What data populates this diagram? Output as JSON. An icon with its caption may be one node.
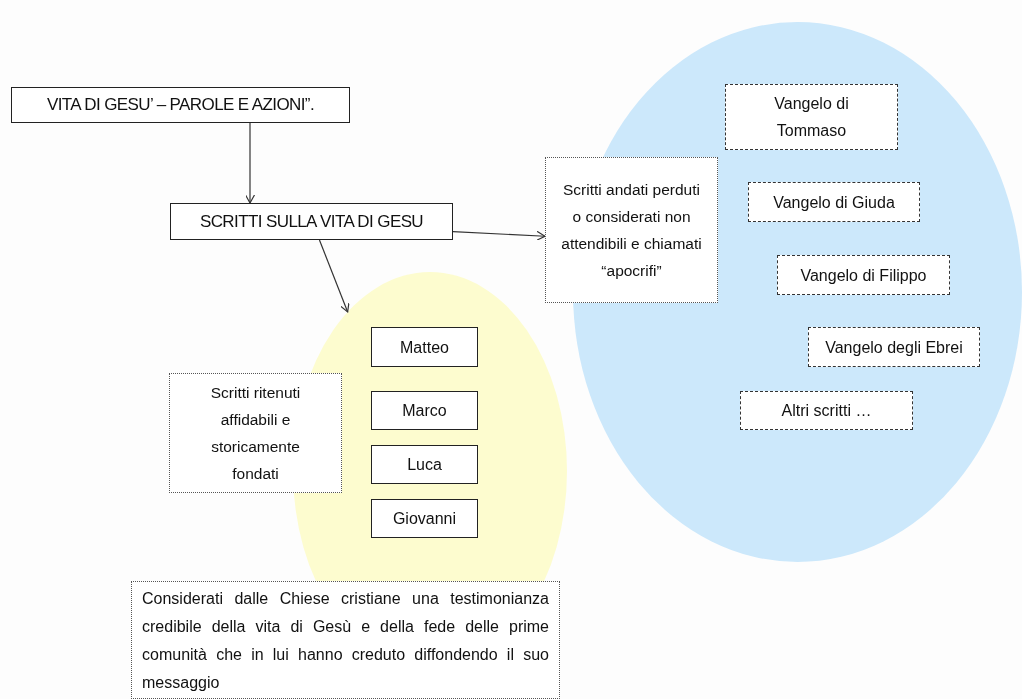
{
  "diagram": {
    "nodes": [
      {
        "text": [
          "VITA DI GESU’ – PAROLE E AZIONI”."
        ]
      },
      {
        "text": [
          "SCRITTI SULLA VITA DI GESU"
        ]
      },
      {
        "text": [
          "Scritti andati perduti o considerati non attendibili e chiamati “apocrifi”"
        ]
      },
      {
        "text": [],
        "shape": "ellipse"
      },
      {
        "text": [
          "Vangelo di Tommaso"
        ],
        "in": 3
      },
      {
        "text": [
          "Vangelo di Giuda"
        ],
        "in": 3
      },
      {
        "text": [
          "Vangelo di Filippo"
        ],
        "in": 3
      },
      {
        "text": [
          "Vangelo degli Ebrei"
        ],
        "in": 3
      },
      {
        "text": [
          "Altri scritti …"
        ],
        "in": 3
      },
      {
        "text": [],
        "shape": "ellipse"
      },
      {
        "text": [
          "Matteo"
        ],
        "in": 9
      },
      {
        "text": [
          "Marco"
        ],
        "in": 9
      },
      {
        "text": [
          "Luca"
        ],
        "in": 9
      },
      {
        "text": [
          "Giovanni"
        ],
        "in": 9
      },
      {
        "text": [
          "Scritti ritenuti affidabili e storicamente fondati"
        ]
      },
      {
        "text": [
          "Considerati dalle Chiese cristiane una testimonianza credibile della vita di Gesù e della fede delle prime comunità che in lui hanno creduto diffondendo il suo messaggio"
        ]
      }
    ],
    "edges": [
      {
        "from": 0,
        "to": 1,
        "arrow": "to"
      },
      {
        "from": 1,
        "to": 9,
        "arrow": "to"
      },
      {
        "from": 1,
        "to": 2,
        "arrow": "to"
      }
    ]
  }
}
